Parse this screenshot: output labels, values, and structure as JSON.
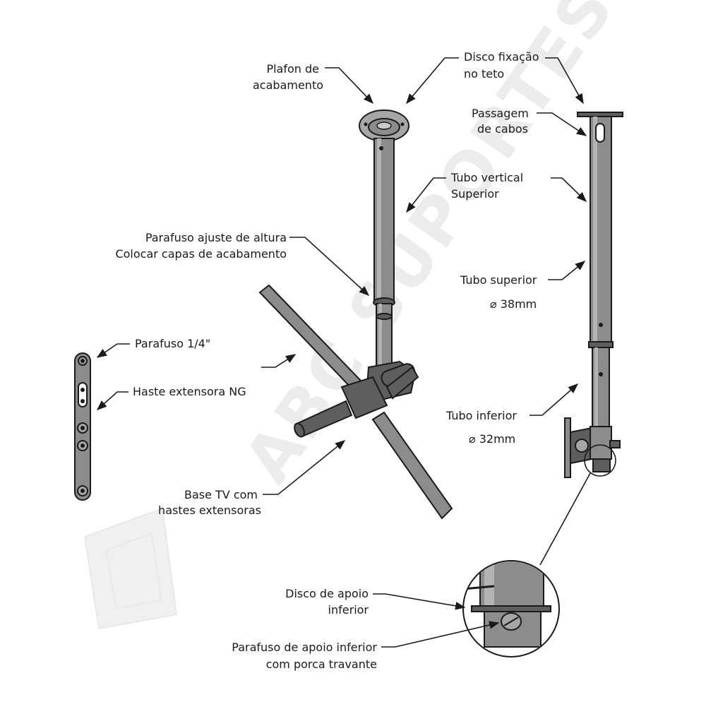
{
  "watermark": "ABC SUPORTES",
  "labels": {
    "plafon_l1": "Plafon de",
    "plafon_l2": "acabamento",
    "disco_fix_l1": "Disco fixação",
    "disco_fix_l2": "no teto",
    "passagem_l1": "Passagem",
    "passagem_l2": "de cabos",
    "tubo_vert_l1": "Tubo vertical",
    "tubo_vert_l2": "Superior",
    "parafuso_ajuste_l1": "Parafuso ajuste de altura",
    "parafuso_ajuste_l2": "Colocar capas de acabamento",
    "tubo_sup_l1": "Tubo superior",
    "tubo_sup_l2": "⌀ 38mm",
    "parafuso_14": "Parafuso 1/4\"",
    "haste_ng": "Haste extensora NG",
    "tubo_inf_l1": "Tubo inferior",
    "tubo_inf_l2": "⌀ 32mm",
    "base_tv_l1": "Base TV com",
    "base_tv_l2": "hastes extensoras",
    "disco_apoio_l1": "Disco de apoio",
    "disco_apoio_l2": "inferior",
    "parafuso_apoio_l1": "Parafuso de apoio inferior",
    "parafuso_apoio_l2": "com porca travante"
  },
  "colors": {
    "metal": "#8c8c8c",
    "outline": "#1a1a1a",
    "watermark": "#ececec"
  }
}
